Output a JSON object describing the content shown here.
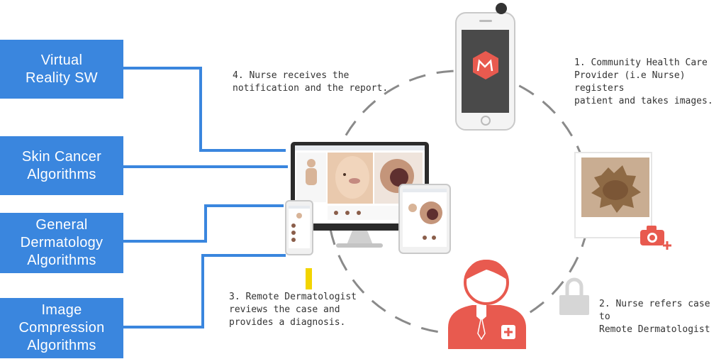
{
  "algorithm_boxes": [
    {
      "label": "Virtual\nReality SW"
    },
    {
      "label": "Skin Cancer\nAlgorithms"
    },
    {
      "label": "General\nDermatology\nAlgorithms"
    },
    {
      "label": "Image\nCompression\nAlgorithms"
    }
  ],
  "steps": [
    {
      "text": "1. Community Health Care\nProvider (i.e Nurse) registers\npatient and takes images."
    },
    {
      "text": "2. Nurse refers case to\nRemote Dermatologist"
    },
    {
      "text": "3. Remote Dermatologist\nreviews the case and\nprovides a diagnosis."
    },
    {
      "text": "4. Nurse receives the\nnotification and the report."
    }
  ],
  "colors": {
    "box_blue": "#3a86de",
    "connector_blue": "#3a86de",
    "accent_red": "#e85a4f",
    "dashed_circle": "#8a8a8a",
    "lock_gray": "#d6d6d6",
    "highlight_yellow": "#f2d400"
  },
  "icons": [
    "smartphone-app-icon",
    "skin-lesion-photo",
    "camera-add-icon",
    "lock-icon",
    "doctor-icon",
    "monitor-dashboard",
    "tablet-dashboard",
    "small-phone-dashboard"
  ]
}
